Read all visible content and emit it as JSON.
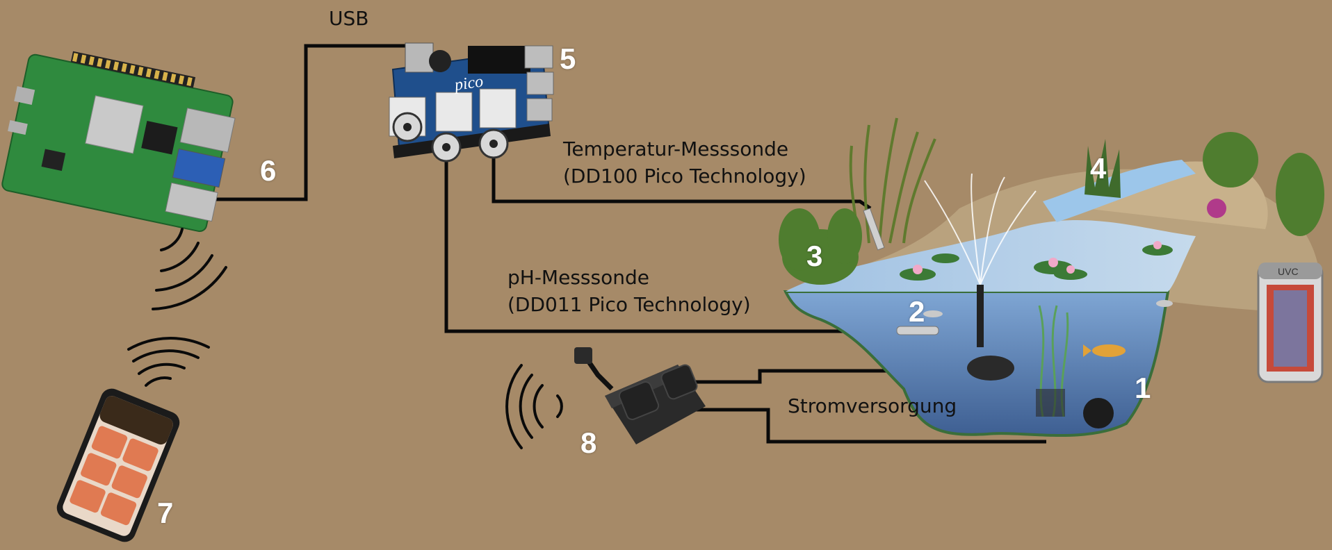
{
  "labels": {
    "usb": "USB",
    "temperature_probe": [
      "Temperatur-Messsonde",
      "(DD100 Pico Technology)"
    ],
    "ph_probe": [
      "pH-Messsonde",
      "(DD011 Pico Technology)"
    ],
    "power_supply": "Stromversorgung"
  },
  "markers": {
    "pump": "1",
    "ph_sensor": "2",
    "plants_left": "3",
    "plants_right": "4",
    "pico_logger": "5",
    "raspberry_pi": "6",
    "smartphone": "7",
    "power_socket": "8"
  },
  "devices": {
    "pico_board_text": "pico",
    "filter_brand": "UVC"
  },
  "colors": {
    "background": "#a68a68",
    "cable": "#0a0a0a",
    "marker": "#ffffff",
    "app_tile": "#e07a52",
    "water": "#5f86b8",
    "board_green": "#2f8a3e",
    "board_blue": "#1f4f8c"
  }
}
